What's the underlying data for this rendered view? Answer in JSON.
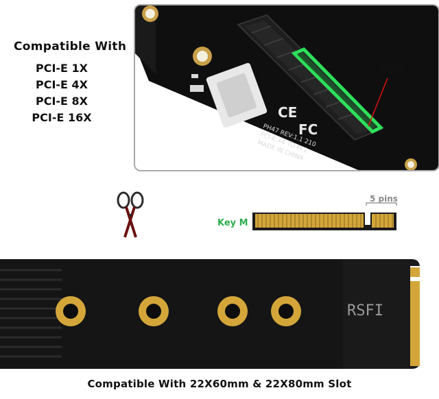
{
  "compatibility": {
    "title": "Compatible With",
    "items": [
      "PCI-E 1X",
      "PCI-E 4X",
      "PCI-E 8X",
      "PCI-E 16X"
    ]
  },
  "callouts": {
    "key": "Key",
    "key_m": "Key M",
    "pins": "5 pins"
  },
  "board_silk": {
    "line1": "PH47  REV:1.1 210",
    "line2": "PCI-E X4 TO M.2",
    "line3": "MADE IN CHINA"
  },
  "cable_mark": "RSFI",
  "caption": "Compatible With 22X60mm & 22X80mm Slot",
  "colors": {
    "key_highlight": "#2ee05a",
    "key_m_text": "#2fae4f",
    "gold": "#d4a63a",
    "pcb": "#0f0f0f"
  }
}
